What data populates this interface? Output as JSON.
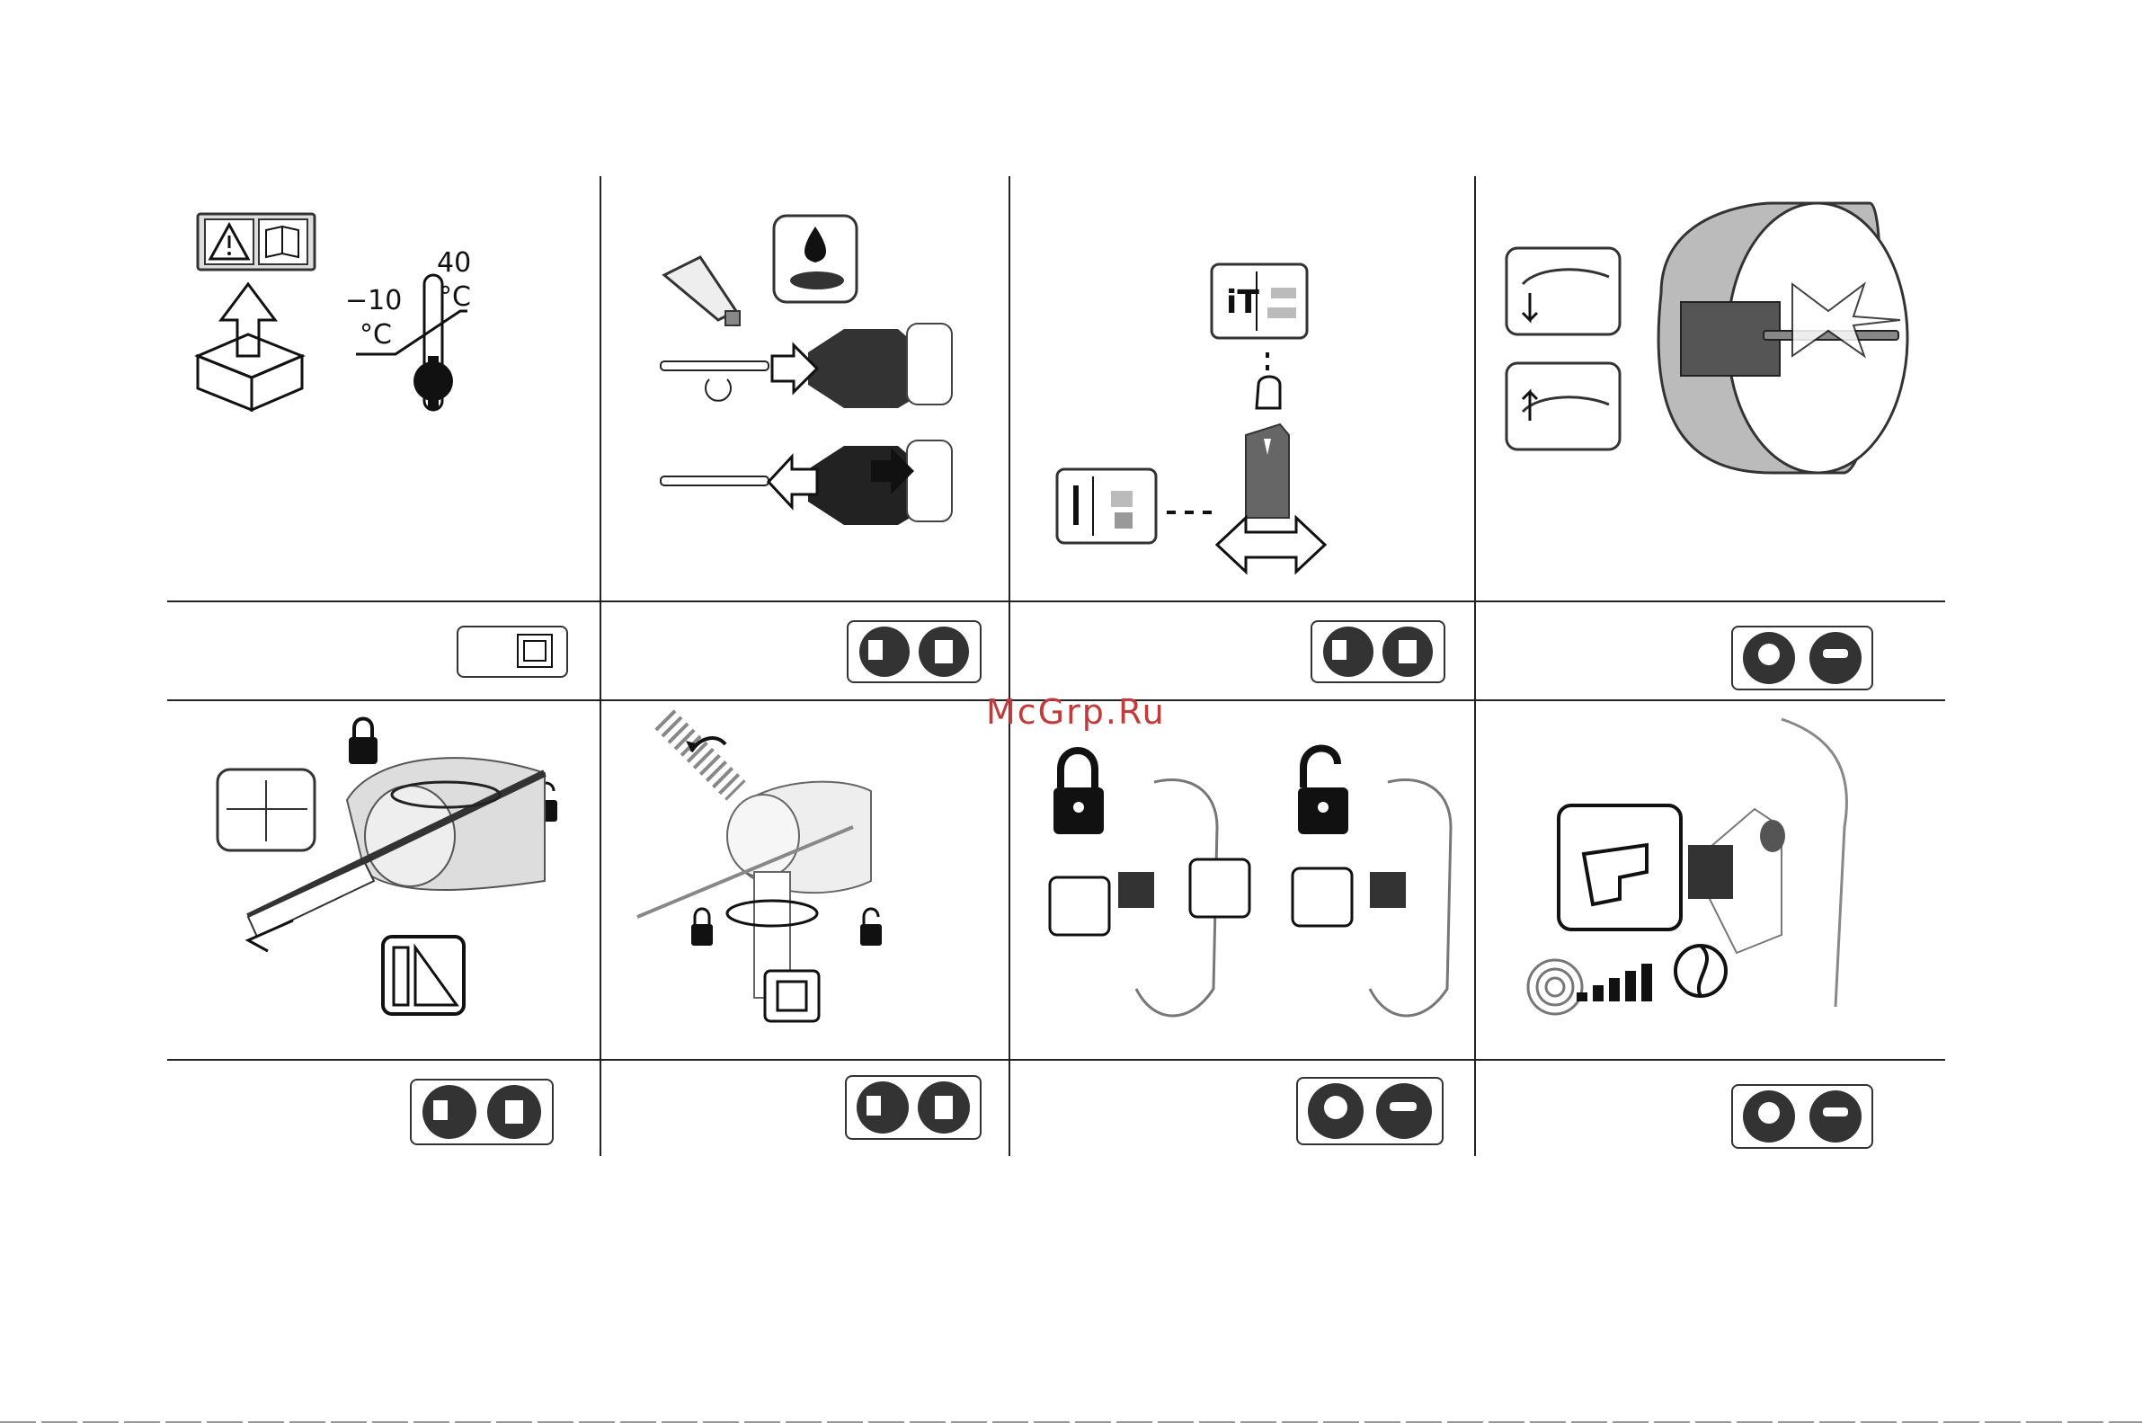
{
  "watermark": "McGrp.Ru",
  "panel1": {
    "temp_low": "−10",
    "temp_low_unit": "°C",
    "temp_high": "40",
    "temp_high_unit": "°C"
  },
  "icons": {
    "panel1": [
      "warning-icon",
      "manual-icon",
      "box-unpack-icon",
      "thermometer-icon"
    ],
    "panel2": [
      "grease-tube-icon",
      "grease-drop-icon",
      "drill-bit-icon",
      "chuck-icon",
      "insert-arrow-icon",
      "remove-arrow-icon"
    ],
    "panel3": [
      "hammer-mode-icon",
      "drill-mode-icon",
      "finger-press-icon",
      "mode-selector-icon",
      "rotate-arrow-icon"
    ],
    "panel4": [
      "trigger-press-icon",
      "trigger-release-icon",
      "rotation-ring-icon",
      "drill-bit-icon"
    ],
    "panel5": [
      "lock-icon",
      "unlock-icon",
      "depth-gauge-icon",
      "ruler-triangle-icon",
      "measure-inset-icon"
    ],
    "panel6": [
      "rotate-handle-icon",
      "lock-icon",
      "unlock-icon",
      "side-handle-icon"
    ],
    "panel7": [
      "lock-large-icon",
      "unlock-large-icon",
      "press-trigger-icon",
      "lock-button-icon"
    ],
    "panel8": [
      "trigger-icon",
      "speed-slow-icon",
      "speed-bars-icon",
      "speed-fast-icon"
    ]
  },
  "badges": [
    "double-insulation-icon",
    "unplug-gloves-icon",
    "unplug-gloves-icon",
    "ear-eye-protection-icon",
    "unplug-gloves-icon",
    "unplug-gloves-icon",
    "ear-eye-protection-icon",
    "ear-eye-protection-icon"
  ]
}
